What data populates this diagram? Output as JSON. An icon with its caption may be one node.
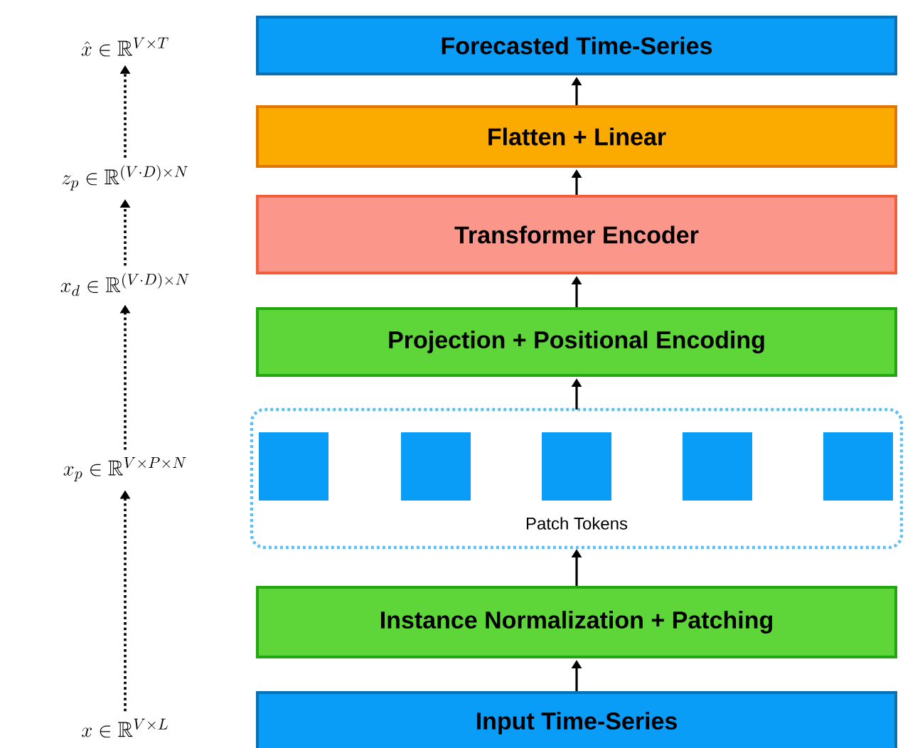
{
  "diagram": {
    "nodes": [
      {
        "text": [
          "Forecasted Time-Series"
        ]
      },
      {
        "text": [
          "Flatten + Linear"
        ]
      },
      {
        "text": [
          "Transformer Encoder"
        ]
      },
      {
        "text": [
          "Projection + Positional Encoding"
        ]
      },
      {
        "text": [
          "Patch Tokens"
        ]
      },
      {
        "text": [],
        "shape": "box",
        "in": 4
      },
      {
        "text": [],
        "shape": "box",
        "in": 4
      },
      {
        "text": [],
        "shape": "box",
        "in": 4
      },
      {
        "text": [],
        "shape": "box",
        "in": 4
      },
      {
        "text": [],
        "shape": "box",
        "in": 4
      },
      {
        "text": [
          "Instance Normalization + Patching"
        ]
      },
      {
        "text": [
          "Input Time-Series"
        ]
      },
      {
        "text": [
          "\\hat{x} \\in \\mathbb{R}^{V\\times T}"
        ]
      },
      {
        "text": [
          "z_p \\in \\mathbb{R}^{(V\\cdot D)\\times N}"
        ]
      },
      {
        "text": [
          "x_d \\in \\mathbb{R}^{(V\\cdot D)\\times N}"
        ]
      },
      {
        "text": [
          "x_p \\in \\mathbb{R}^{V\\times P\\times N}"
        ]
      },
      {
        "text": [
          "x \\in \\mathbb{R}^{V\\times L}"
        ]
      }
    ],
    "edges": [
      {
        "from": 11,
        "to": 10,
        "arrow": "to"
      },
      {
        "from": 10,
        "to": 4,
        "arrow": "to"
      },
      {
        "from": 4,
        "to": 3,
        "arrow": "to"
      },
      {
        "from": 3,
        "to": 2,
        "arrow": "to"
      },
      {
        "from": 2,
        "to": 1,
        "arrow": "to"
      },
      {
        "from": 1,
        "to": 0,
        "arrow": "to"
      },
      {
        "from": 16,
        "to": 15,
        "arrow": "to",
        "style": "dashed"
      },
      {
        "from": 15,
        "to": 14,
        "arrow": "to",
        "style": "dashed"
      },
      {
        "from": 14,
        "to": 13,
        "arrow": "to",
        "style": "dashed"
      },
      {
        "from": 13,
        "to": 12,
        "arrow": "to",
        "style": "dashed"
      }
    ]
  }
}
